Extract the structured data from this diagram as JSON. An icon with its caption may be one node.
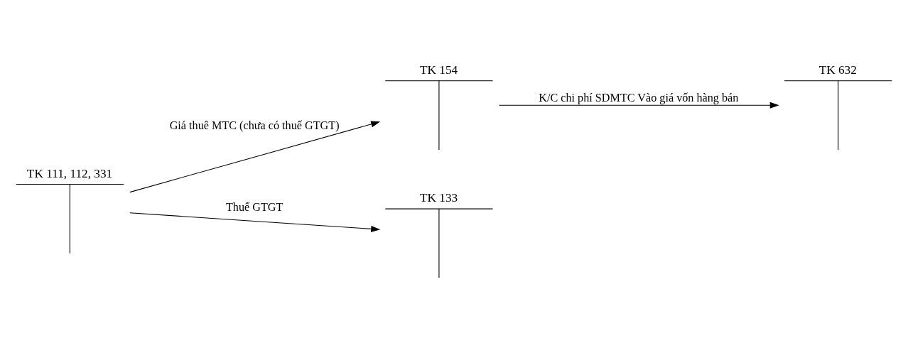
{
  "diagram": {
    "nodes": [
      {
        "text": [
          "TK 111, 112, 331"
        ]
      },
      {
        "text": [
          "TK 154"
        ]
      },
      {
        "text": [
          "TK 632"
        ]
      },
      {
        "text": [
          "TK 133"
        ]
      }
    ],
    "edges": [
      {
        "from": 0,
        "to": 1,
        "arrow": "to",
        "label": "Giá thuê MTC (chưa có thuế GTGT)"
      },
      {
        "from": 1,
        "to": 2,
        "arrow": "to",
        "label": "K/C chi phí SDMTC Vào giá vốn hàng bán"
      },
      {
        "from": 0,
        "to": 3,
        "arrow": "to",
        "label": "Thuế GTGT"
      }
    ]
  }
}
